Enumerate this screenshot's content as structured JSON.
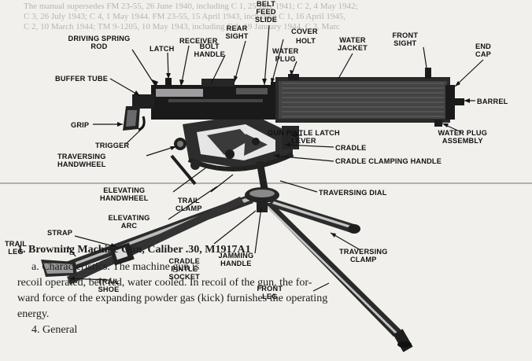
{
  "figure": {
    "background_text_lines": [
      "The manual supersedes FM 23-55, 26 June 1940, including C 1, 25 July 1941; C 2, 4 May 1942;",
      "C 3, 26 July 1943; C 4, 1 May 1944. FM 23-55, 15 April 1943, including C 1, 16 April 1945,",
      "C 2, 10 March 1944; TM 9-1205, 10 May 1943, including C 1, 19 January 1944, C 3, Marc"
    ],
    "labels": {
      "belt_feed_slide": "BELT\nFEED\nSLIDE",
      "driving_spring_rod": "DRIVING SPRING\nROD",
      "rear_sight": "REAR\nSIGHT",
      "cover": "COVER",
      "holt": "HOLT",
      "water_jacket": "WATER\nJACKET",
      "front_sight": "FRONT\nSIGHT",
      "end_cap": "END\nCAP",
      "receiver": "RECEIVER",
      "latch": "LATCH",
      "bolt_handle": "BOLT\nHANDLE",
      "water_plug": "WATER\nPLUG",
      "buffer_tube": "BUFFER TUBE",
      "barrel": "BARREL",
      "grip": "GRIP",
      "trigger": "TRIGGER",
      "traversing_handwheel": "TRAVERSING\nHANDWHEEL",
      "gun_pintle_latch_lever": "GUN PINTLE LATCH\nLEVER",
      "water_plug_assembly": "WATER PLUG\nASSEMBLY",
      "cradle": "CRADLE",
      "cradle_clamping_handle": "CRADLE CLAMPING HANDLE",
      "elevating_handwheel": "ELEVATING\nHANDWHEEL",
      "trail_clamp": "TRAIL\nCLAMP",
      "traversing_dial": "TRAVERSING DIAL",
      "elevating_arc": "ELEVATING\nARC",
      "strap": "STRAP",
      "trail_leg": "TRAIL\nLEG",
      "trail_shoe": "TRAIL\nSHOE",
      "cradle_pintle_socket": "CRADLE\nPINTLE\nSOCKET",
      "jamming_handle": "JAMMING\nHANDLE",
      "traversing_clamp": "TRAVERSING\nCLAMP",
      "front_leg": "FRONT\nLEG"
    },
    "body_text": {
      "line1": "1. Browning Machine Gun, Caliber .30, M1917A1",
      "line2": "a. Characteristics. The machine gun is",
      "line3": "recoil operated, belt fed, water cooled. In recoil of the gun, the for-",
      "line4": "ward force of the expanding powder gas (kick) furnishes the operating",
      "line5": "energy.",
      "line6": "4. General"
    }
  }
}
